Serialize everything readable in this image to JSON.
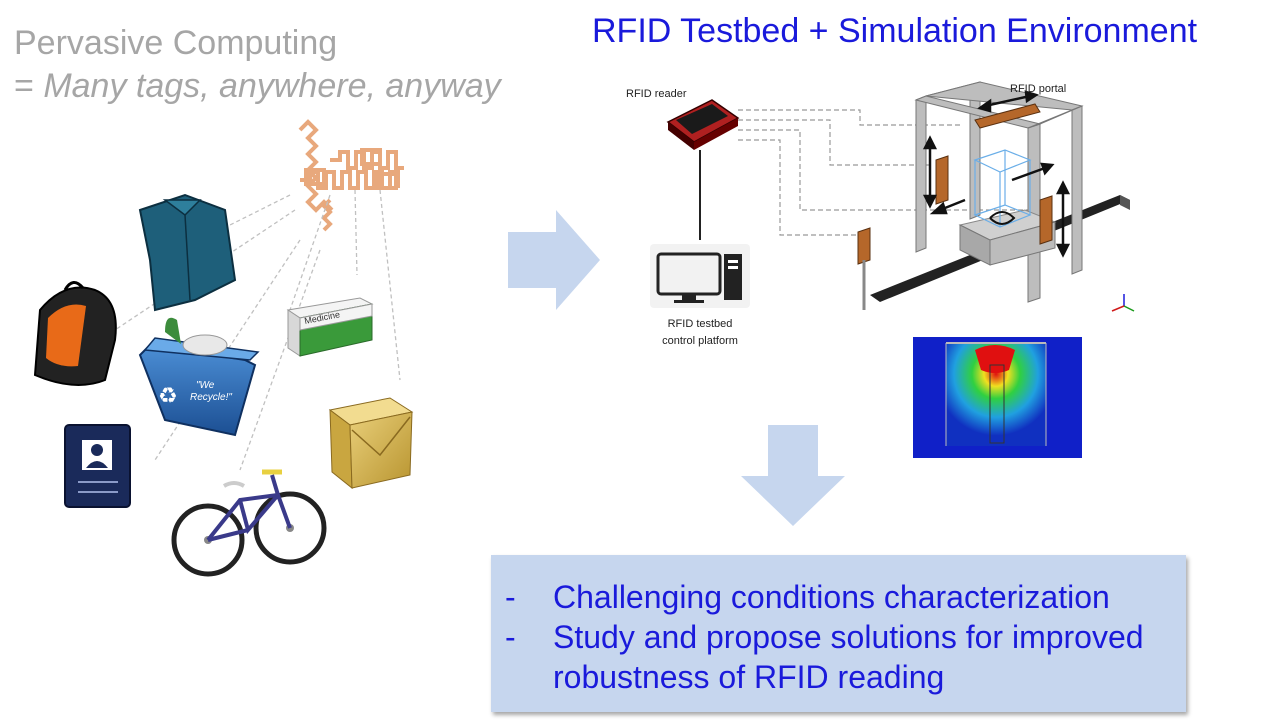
{
  "left_title": {
    "line1": "Pervasive Computing",
    "line2_prefix": "= ",
    "line2_italic": "Many tags, anywhere, anyway"
  },
  "right_title": "RFID Testbed + Simulation Environment",
  "labels": {
    "rfid_reader": "RFID reader",
    "rfid_portal": "RFID portal",
    "control_platform_line1": "RFID testbed",
    "control_platform_line2": "control platform",
    "medicine": "Medicine",
    "recycle_line1": "\"We",
    "recycle_line2": "Recycle!\""
  },
  "results": {
    "dash": "-",
    "items": [
      "Challenging conditions characterization",
      "Study and propose solutions for improved robustness of RFID reading"
    ]
  },
  "colors": {
    "title_blue": "#1a1adb",
    "grey_text": "#a6a6a6",
    "arrow_fill": "#c6d6ee",
    "box_fill": "#c6d6ee",
    "tag_antenna": "#e8a87c"
  }
}
